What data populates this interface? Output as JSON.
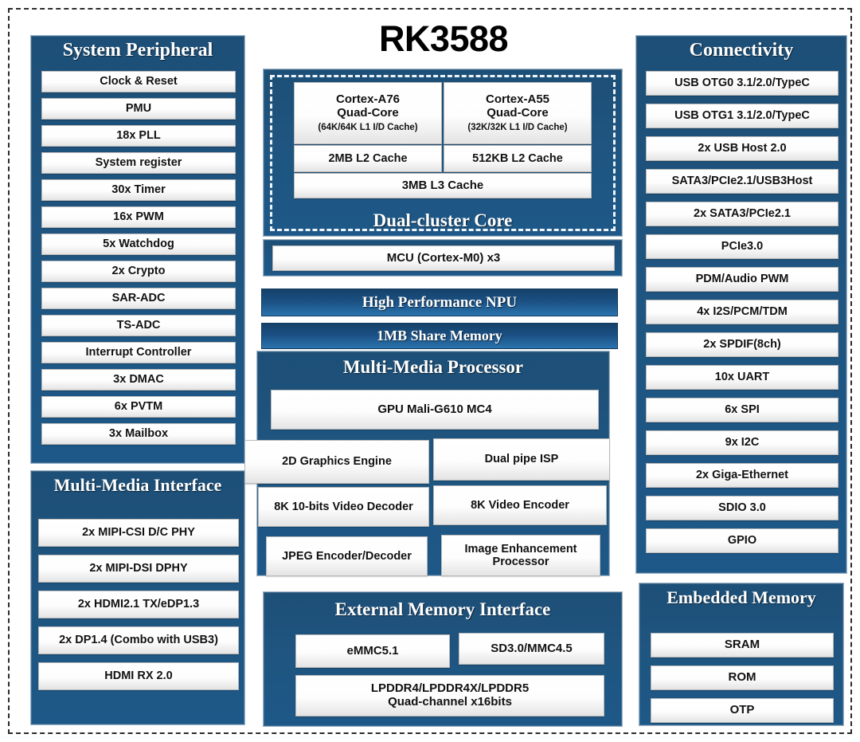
{
  "title": "RK3588",
  "colors": {
    "panel_blue": "#1d5280",
    "bar_blue": "#1b5184",
    "box_white": "#ffffff",
    "border_gray": "#b9b9b9",
    "frame_dash": "#2b2b2b"
  },
  "system_peripheral": {
    "title": "System Peripheral",
    "items": [
      "Clock & Reset",
      "PMU",
      "18x PLL",
      "System register",
      "30x Timer",
      "16x PWM",
      "5x Watchdog",
      "2x Crypto",
      "SAR-ADC",
      "TS-ADC",
      "Interrupt Controller",
      "3x DMAC",
      "6x PVTM",
      "3x Mailbox"
    ]
  },
  "multimedia_interface": {
    "title": "Multi-Media Interface",
    "items": [
      "2x MIPI-CSI D/C PHY",
      "2x MIPI-DSI DPHY",
      "2x HDMI2.1 TX/eDP1.3",
      "2x DP1.4 (Combo with USB3)",
      "HDMI RX 2.0"
    ]
  },
  "cluster": {
    "label": "Dual-cluster Core",
    "big_core": {
      "name": "Cortex-A76",
      "config": "Quad-Core",
      "cache": "(64K/64K L1 I/D Cache)",
      "l2": "2MB L2 Cache"
    },
    "little_core": {
      "name": "Cortex-A55",
      "config": "Quad-Core",
      "cache": "(32K/32K L1 I/D Cache)",
      "l2": "512KB L2 Cache"
    },
    "l3": "3MB L3 Cache"
  },
  "mcu": "MCU (Cortex-M0) x3",
  "npu_bar": "High Performance NPU",
  "share_memory_bar": "1MB Share Memory",
  "multimedia_processor": {
    "title": "Multi-Media Processor",
    "gpu": "GPU Mali-G610 MC4",
    "blocks": [
      "2D Graphics Engine",
      "Dual pipe ISP",
      "8K 10-bits Video Decoder",
      "8K Video Encoder",
      "JPEG Encoder/Decoder",
      "Image Enhancement Processor"
    ]
  },
  "external_memory_interface": {
    "title": "External Memory Interface",
    "emmc": "eMMC5.1",
    "sd": "SD3.0/MMC4.5",
    "lpddr_line1": "LPDDR4/LPDDR4X/LPDDR5",
    "lpddr_line2": "Quad-channel x16bits"
  },
  "connectivity": {
    "title": "Connectivity",
    "items": [
      "USB OTG0 3.1/2.0/TypeC",
      "USB OTG1 3.1/2.0/TypeC",
      "2x USB Host 2.0",
      "SATA3/PCIe2.1/USB3Host",
      "2x SATA3/PCIe2.1",
      "PCIe3.0",
      "PDM/Audio PWM",
      "4x I2S/PCM/TDM",
      "2x SPDIF(8ch)",
      "10x UART",
      "6x SPI",
      "9x I2C",
      "2x Giga-Ethernet",
      "SDIO 3.0",
      "GPIO"
    ]
  },
  "embedded_memory": {
    "title": "Embedded Memory",
    "items": [
      "SRAM",
      "ROM",
      "OTP"
    ]
  }
}
